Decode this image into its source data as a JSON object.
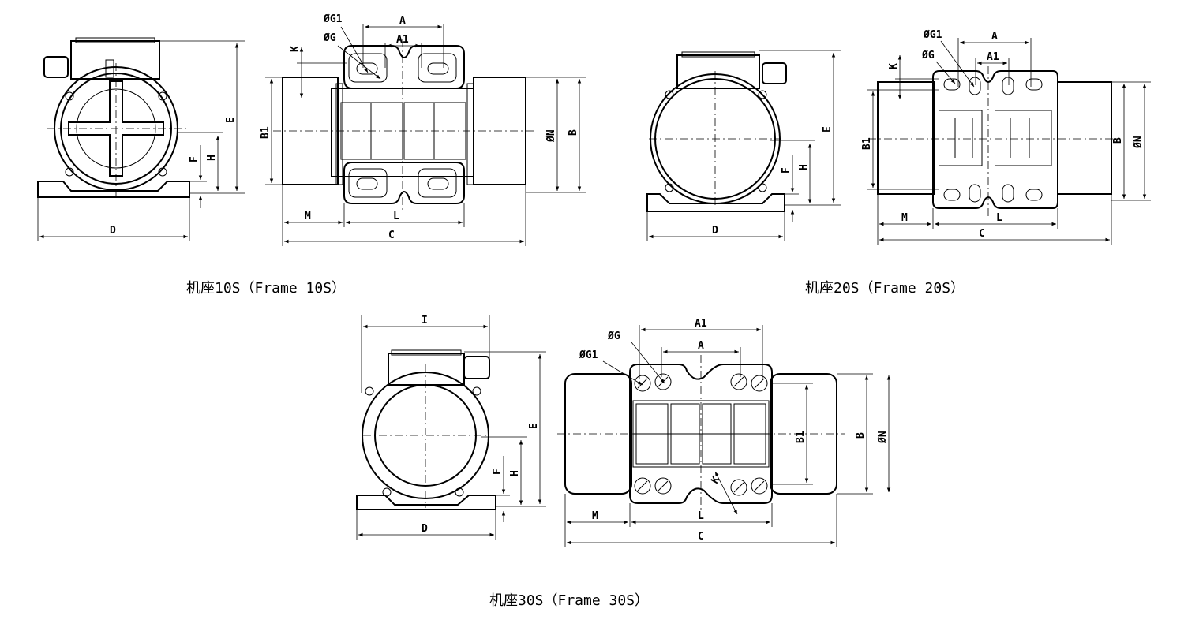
{
  "captions": {
    "frame10": "机座10S（Frame 10S）",
    "frame20": "机座20S（Frame 20S）",
    "frame30": "机座30S（Frame 30S）"
  },
  "labels": {
    "E": "E",
    "F": "F",
    "H": "H",
    "D": "D",
    "I": "I",
    "A": "A",
    "A1": "A1",
    "G": "ØG",
    "G1": "ØG1",
    "K": "K",
    "B": "B",
    "B1": "B1",
    "N": "ØN",
    "M": "M",
    "L": "L",
    "C": "C"
  }
}
